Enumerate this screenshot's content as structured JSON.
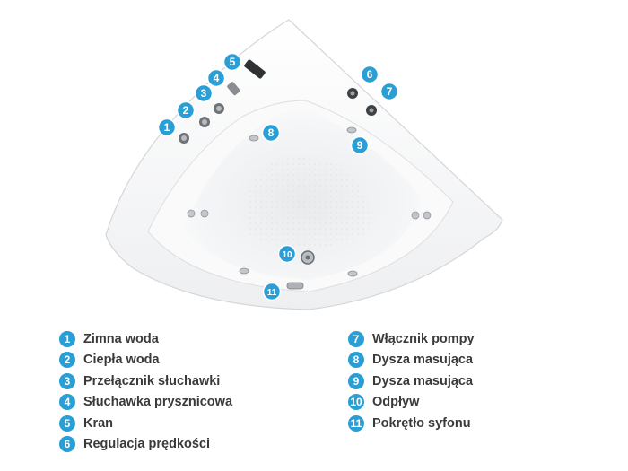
{
  "callouts": [
    {
      "num": "1",
      "label": "Zimna woda"
    },
    {
      "num": "2",
      "label": "Ciepła woda"
    },
    {
      "num": "3",
      "label": "Przełącznik słuchawki"
    },
    {
      "num": "4",
      "label": "Słuchawka prysznicowa"
    },
    {
      "num": "5",
      "label": "Kran"
    },
    {
      "num": "6",
      "label": "Regulacja prędkości"
    },
    {
      "num": "7",
      "label": "Włącznik pompy"
    },
    {
      "num": "8",
      "label": "Dysza masująca"
    },
    {
      "num": "9",
      "label": "Dysza masująca"
    },
    {
      "num": "10",
      "label": "Odpływ"
    },
    {
      "num": "11",
      "label": "Pokrętło syfonu"
    }
  ],
  "colors": {
    "accent": "#2a9fd6",
    "text": "#3a3a3a"
  }
}
